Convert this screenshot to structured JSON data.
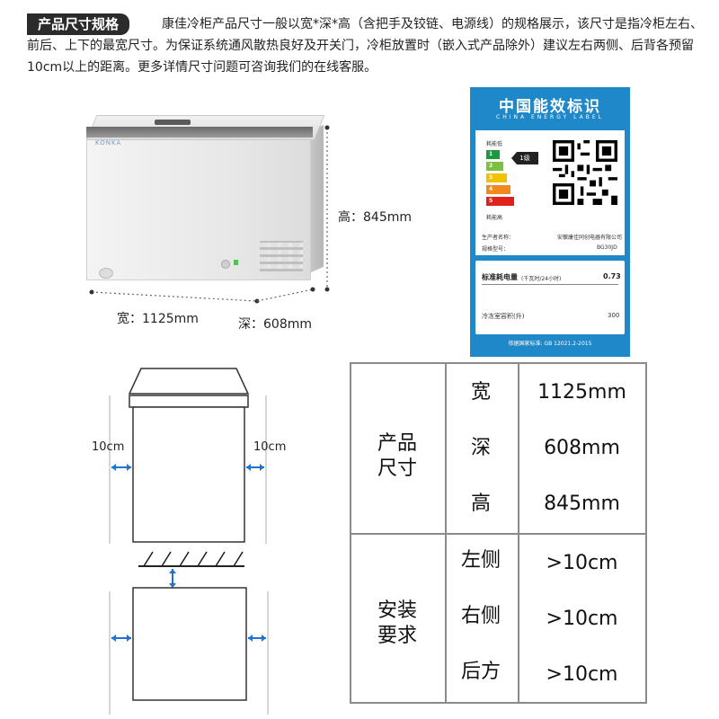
{
  "header": {
    "badge": "产品尺寸规格",
    "description": "康佳冷柜产品尺寸一般以宽*深*高（含把手及铰链、电源线）的规格展示，该尺寸是指冷柜左右、前后、上下的最宽尺寸。为保证系统通风散热良好及开关门，冷柜放置时（嵌入式产品除外）建议左右两侧、后背各预留10cm以上的距离。更多详情尺寸问题可咨询我们的在线客服。"
  },
  "product": {
    "brand": "KONKA",
    "height_label": "高：845mm",
    "width_label": "宽：1125mm",
    "depth_label": "深：608mm"
  },
  "energy_label": {
    "title": "中国能效标识",
    "subtitle": "CHINA ENERGY LABEL",
    "low_label": "耗能低",
    "high_label": "耗能高",
    "grade": "1级",
    "grade_levels": [
      "1",
      "2",
      "3",
      "4",
      "5"
    ],
    "grade_colors": [
      "#1a9a3c",
      "#7cc042",
      "#f2c200",
      "#f08a1c",
      "#e0221c"
    ],
    "manufacturer_label": "生产者名称：",
    "manufacturer_value": "安徽康佳同创电器有限公司",
    "model_label": "规格型号：",
    "model_value": "BG30JD",
    "consumption_label": "标准耗电量",
    "consumption_unit": "(千瓦时/24小时)",
    "consumption_value": "0.73",
    "volume_label": "冷冻室容积(升)",
    "volume_value": "300",
    "footer": "依据国家标准: GB 12021.2-2015"
  },
  "diagram": {
    "left_gap": "10cm",
    "right_gap": "10cm"
  },
  "spec_table": {
    "dimension_group": "产品\n尺寸",
    "dimension_rows": [
      {
        "key": "宽",
        "value": "1125mm"
      },
      {
        "key": "深",
        "value": "608mm"
      },
      {
        "key": "高",
        "value": "845mm"
      }
    ],
    "install_group": "安装\n要求",
    "install_rows": [
      {
        "key": "左侧",
        "value": ">10cm"
      },
      {
        "key": "右侧",
        "value": ">10cm"
      },
      {
        "key": "后方",
        "value": ">10cm"
      }
    ]
  }
}
